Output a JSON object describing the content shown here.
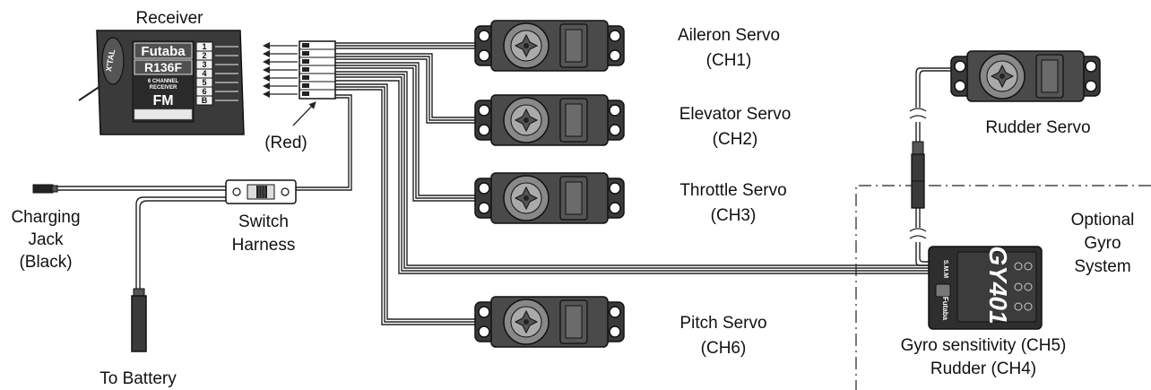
{
  "receiver": {
    "title": "Receiver",
    "brand": "Futaba",
    "model": "R136F",
    "subtitle_line1": "6 CHANNEL",
    "subtitle_line2": "RECEIVER",
    "band": "FM",
    "xtal": "X'TAL",
    "channels": [
      "1",
      "2",
      "3",
      "4",
      "5",
      "6",
      "B"
    ]
  },
  "connector_label": "(Red)",
  "servos": {
    "aileron": {
      "name": "Aileron Servo",
      "channel": "(CH1)"
    },
    "elevator": {
      "name": "Elevator Servo",
      "channel": "(CH2)"
    },
    "throttle": {
      "name": "Throttle Servo",
      "channel": "(CH3)"
    },
    "pitch": {
      "name": "Pitch Servo",
      "channel": "(CH6)"
    },
    "rudder": {
      "name": "Rudder Servo"
    }
  },
  "switch_harness": {
    "line1": "Switch",
    "line2": "Harness"
  },
  "charging_jack": {
    "line1": "Charging",
    "line2": "Jack",
    "line3": "(Black)"
  },
  "battery": "To Battery",
  "gyro_system": {
    "line1": "Optional",
    "line2": "Gyro",
    "line3": "System"
  },
  "gyro": {
    "model": "GY401",
    "left_text": "S.M.M",
    "brand": "Futaba",
    "sensitivity_label": "Gyro sensitivity (CH5)",
    "rudder_label": "Rudder (CH4)"
  }
}
